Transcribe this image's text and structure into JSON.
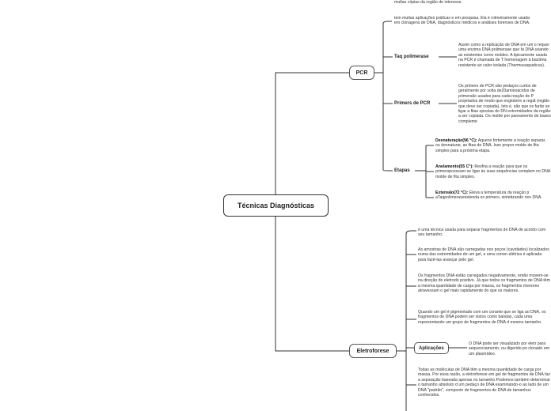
{
  "central": "Técnicas Diagnósticas",
  "branches": {
    "pcr": {
      "label": "PCR",
      "intro": [
        "multas cópias da região de interesse.",
        "tem muitas aplicações práticas e em pesquisa. Ela é rotineiramente usada em clonagens de DNA, diagnósticos médicos e análises forenses de DNA."
      ],
      "taq": {
        "label": "Taq polimerase",
        "text": "Assim como a replicação de DNA em um o requer uma enzima DNA polimerase que fa DNA usando as existentes como moldes. A tipicamente usada na PCR é chamada de T homenagem à bactéria resistente ao calor isolada (Thermusaquaticus)."
      },
      "primers": {
        "label": "Primers de PCR",
        "text": "Os primers de PCR são pedaços curtos de geralmente por volta de20aminoácidos de primersão usados para cada reação de P projetados de modo que englobem a regiã (região que deve ser copiada). Isto é, são que os farão se ligar a fitas opostas do DN extremidades da região a ser copiada. Os molde por pareamento de bases compleme"
      },
      "etapas": {
        "label": "Etapas",
        "items": [
          {
            "title": "Desnaturação(96 °C):",
            "text": "Aquece fortemente a reação separar, ou desnaturar, as fitas de DNA. Isso propor molde de fita simples para a próxima etapa."
          },
          {
            "title": "Anelamento(55 C°):",
            "text": "Resfria a reação para que os primersposssam se ligar às suas sequências complem no DNA molde de fita simples."
          },
          {
            "title": "Extensão(72 °C):",
            "text": "Eleva a temperatura da reação p aTaqpolimeraseestenda os primers, sintetizando nov DNA."
          }
        ]
      }
    },
    "eletro": {
      "label": "Eletroforese",
      "items": [
        "é uma técnica usada para separar fragmentos de DNA de acordo com seu tamanho.",
        "As amostras de DNA são carregadas nos poços (cavidades) localizados numa das extremidades de um gel, e uma corren elétrica é aplicada para fazê-las avançar pelo gel.",
        "Os fragmentos DNA estão carregados negativamente, então movem-se na direção do eletrodo positivo. Já que todos os fragmentos de DNA têm a mesma quantidade de carga por massa, os fragmentos menores atravessam o gel mais rapidamente do que os maiores.",
        "Quando um gel é pigmentado com um corante que se liga ao DNA, os fragmentos de DNA podem ser vistos como bandas, cada uma representando um grupo de fragmentos de DNA d mesmo tamanho.",
        "Todas as moléculas de DNA têm a mesma quantidade de carga por massa. Por essa razão, a eletroforese em gel de fragmentos de DNA faz a separação baseada apenas no tamanho.Podemos também determinar o tamanho absoluto d um pedaço de DNA examinando-o ao lado de um DNA \"padrão\", composto de fragmentos de DNA de tamanhos conhecidos."
      ],
      "aplicacoes": {
        "label": "Aplicações",
        "text": "O DNA pode ser visualizado por eletr para sequenciamento, ou digerido po clonado em um plasmídeo."
      }
    }
  }
}
